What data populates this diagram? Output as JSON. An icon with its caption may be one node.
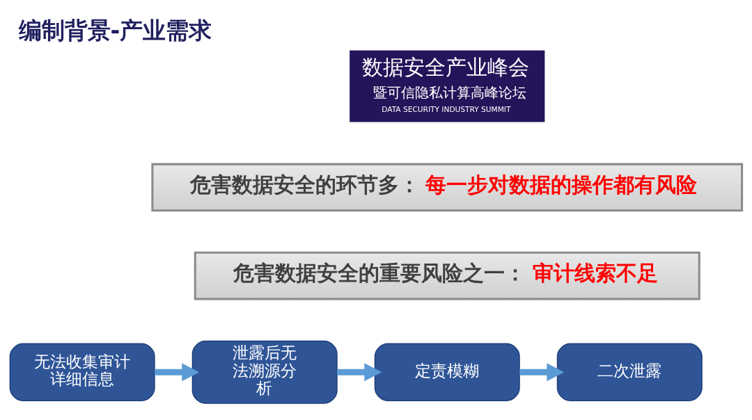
{
  "diagram": {
    "title": "编制背景-产业需求",
    "nodes": [
      {
        "text": [
          "危害数据安全的环节多：",
          "每一步对数据的操作都有风险"
        ]
      },
      {
        "text": [
          "危害数据安全的重要风险之一：",
          "审计线索不足"
        ]
      },
      {
        "text": [
          "无法收集审计详细信息"
        ]
      },
      {
        "text": [
          "泄露后无法溯源分析"
        ]
      },
      {
        "text": [
          "定责模糊"
        ]
      },
      {
        "text": [
          "二次泄露"
        ]
      }
    ],
    "edges": [
      {
        "from": 2,
        "to": 3,
        "arrow": "to"
      },
      {
        "from": 3,
        "to": 4,
        "arrow": "to"
      },
      {
        "from": 4,
        "to": 5,
        "arrow": "to"
      }
    ],
    "labels": [
      "数据安全产业峰会",
      "暨可信隐私计算高峰论坛",
      "DATA SECURITY INDUSTRY SUMMIT"
    ]
  }
}
